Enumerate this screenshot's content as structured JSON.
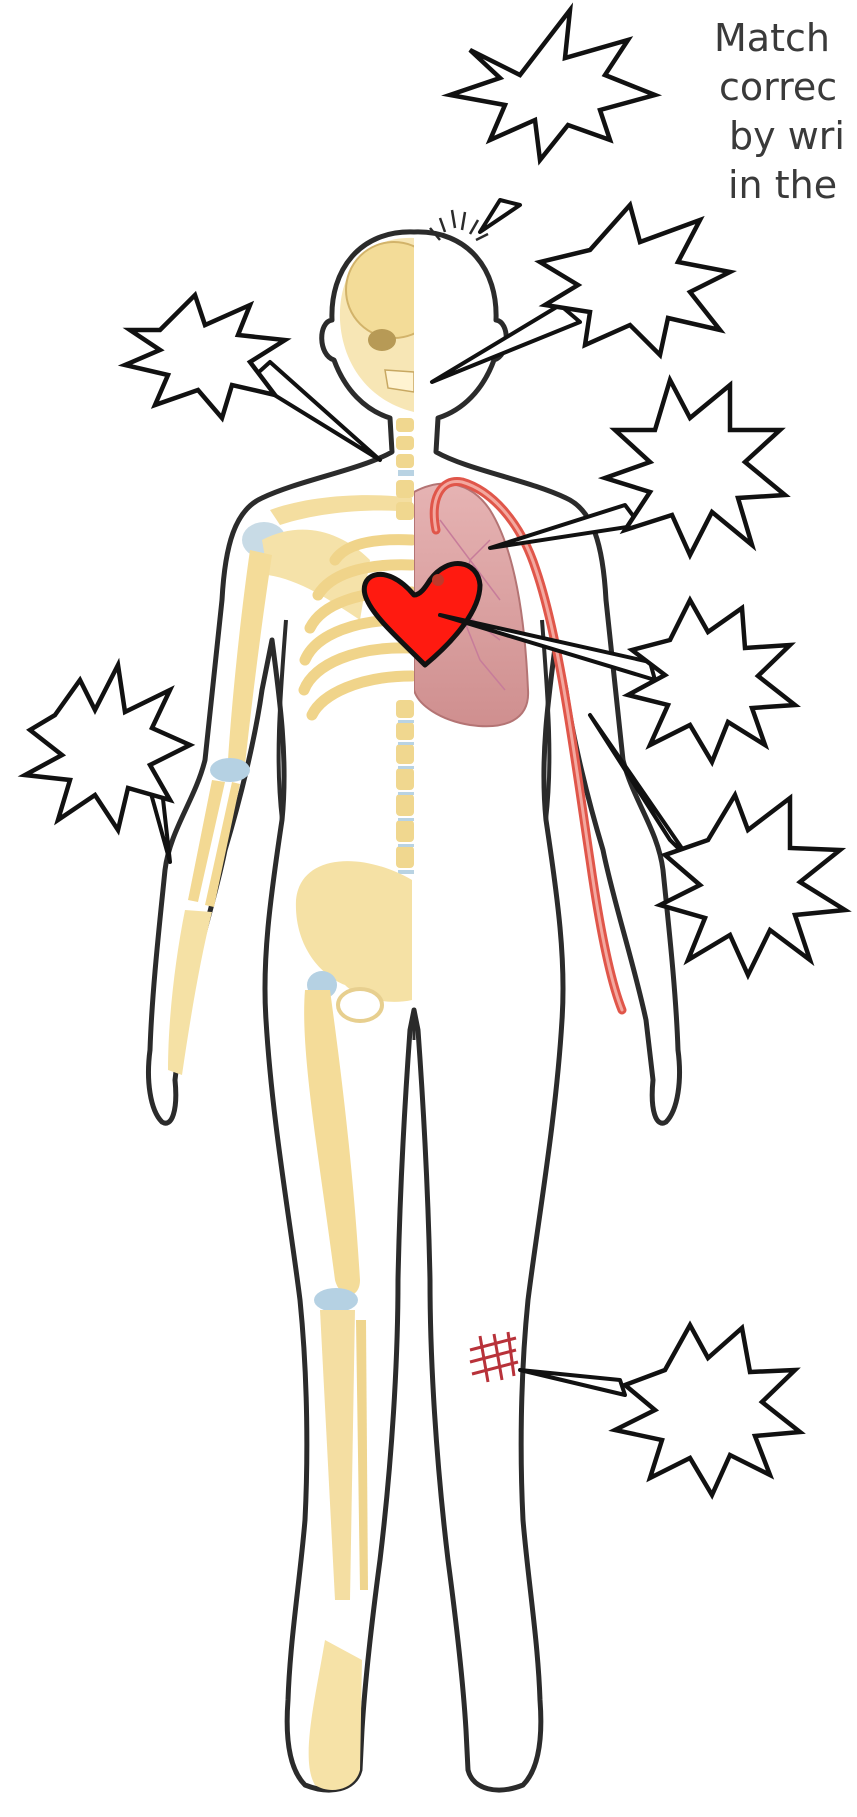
{
  "instructions": {
    "lines": [
      "Match",
      "correc",
      "by wri",
      "in the"
    ]
  },
  "callouts": [
    {
      "target": "brain"
    },
    {
      "target": "skull"
    },
    {
      "target": "spine"
    },
    {
      "target": "lungs"
    },
    {
      "target": "heart"
    },
    {
      "target": "arm-bones"
    },
    {
      "target": "blood-vessel"
    },
    {
      "target": "skin-wound"
    }
  ],
  "colors": {
    "outline": "#2b2b2b",
    "bone": "#f8e3a6",
    "cartilage": "#a9cde0",
    "heart": "#ff1a10",
    "lung": "#dba2a2",
    "artery": "#e0564a"
  }
}
